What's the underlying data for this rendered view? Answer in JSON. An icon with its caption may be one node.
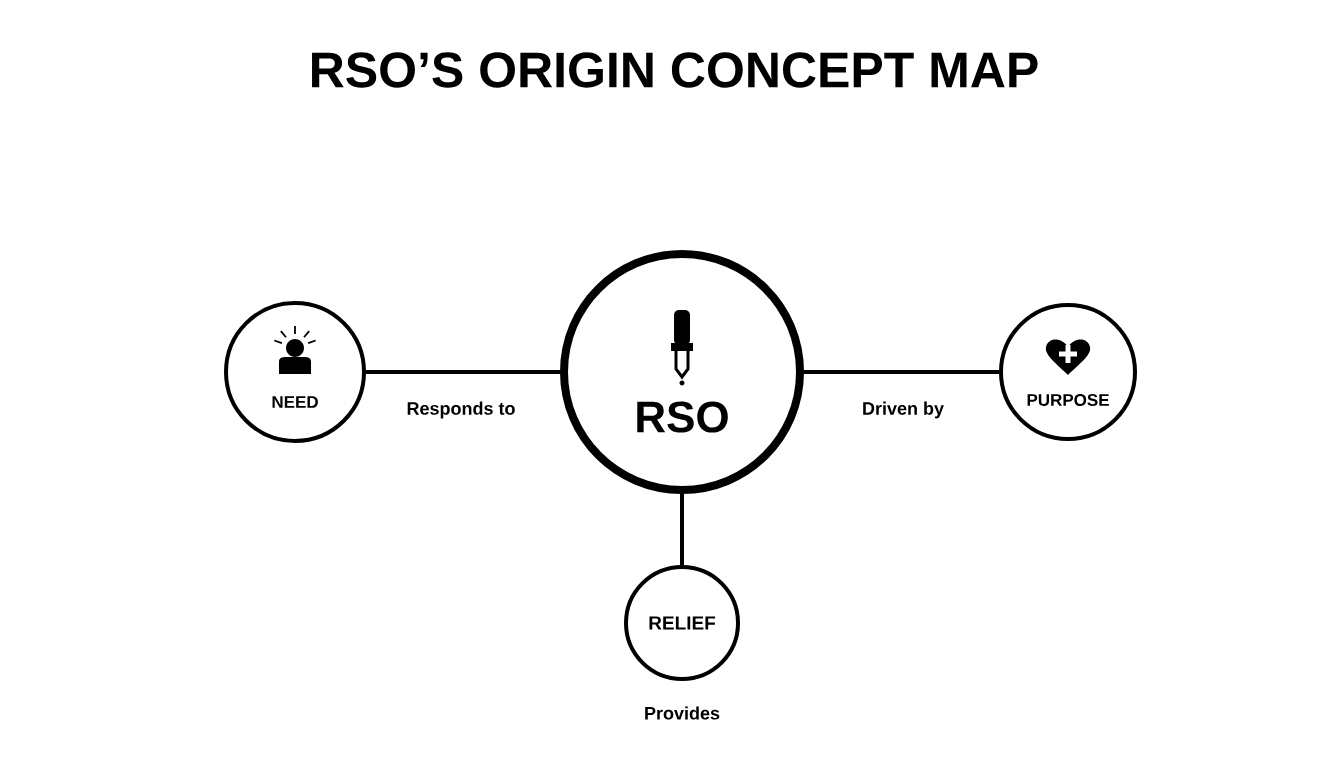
{
  "diagram": {
    "title": "RSO’S ORIGIN CONCEPT MAP",
    "nodes": [
      {
        "text": [
          "NEED"
        ]
      },
      {
        "text": [
          "RSO"
        ]
      },
      {
        "text": [
          "PURPOSE"
        ]
      },
      {
        "text": [
          "RELIEF"
        ],
        "beside": [
          "Provides"
        ]
      }
    ],
    "edges": [
      {
        "from": 1,
        "to": 0,
        "arrow": "none",
        "label": "Responds to"
      },
      {
        "from": 1,
        "to": 2,
        "arrow": "none",
        "label": "Driven by"
      },
      {
        "from": 1,
        "to": 3,
        "arrow": "none"
      }
    ]
  }
}
